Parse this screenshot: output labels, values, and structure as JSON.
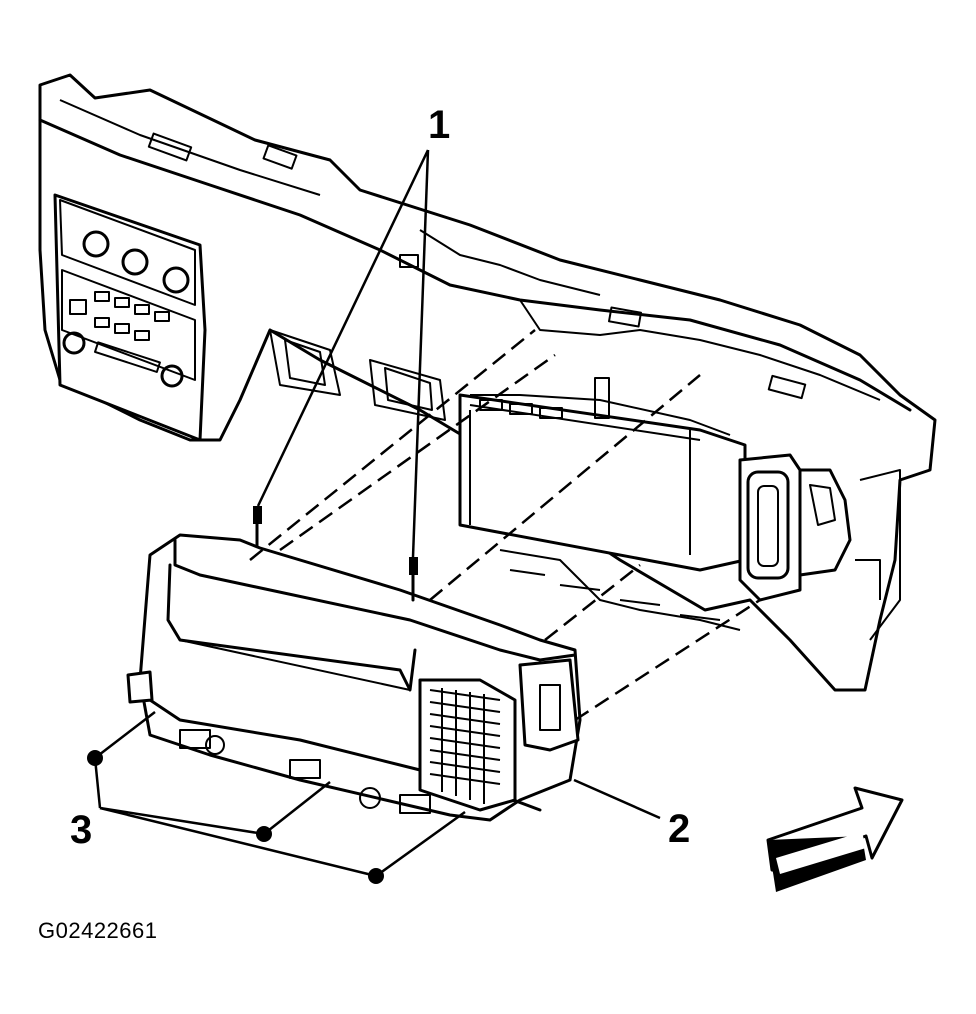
{
  "diagram": {
    "callouts": [
      {
        "id": "1",
        "text": "1"
      },
      {
        "id": "2",
        "text": "2"
      },
      {
        "id": "3",
        "text": "3"
      }
    ],
    "figure_code": "G02422661",
    "direction_arrow": "arrow-right-icon"
  }
}
